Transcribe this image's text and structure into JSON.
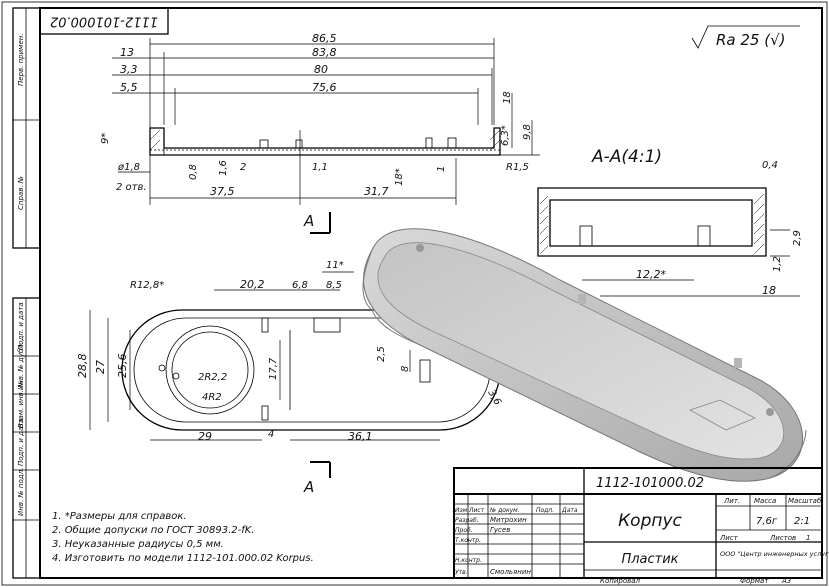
{
  "doc_number_rotated": "1112-101000.02",
  "roughness": "Ra 25 (√)",
  "section_label": "А-А(4:1)",
  "view_arrow_label": "А",
  "side_stamp_labels": [
    "Перв. примен.",
    "Справ. №",
    "Подп. и дата",
    "Инв. № дубл.",
    "Взам. инв. №",
    "Подп. и дата",
    "Инв. № подл."
  ],
  "dims_top": [
    "86,5",
    "83,8",
    "80",
    "75,6",
    "13",
    "3,3",
    "5,5",
    "18",
    "9,8",
    "6,3*",
    "9*",
    "R1,5",
    "ø1,8",
    "2 отв.",
    "0,8",
    "1,6",
    "2",
    "1,1",
    "18*",
    "37,5",
    "31,7",
    "1"
  ],
  "dims_plan": [
    "R12,8*",
    "20,2",
    "6,8",
    "8,5",
    "11*",
    "28,8",
    "27",
    "25,6",
    "17,7",
    "2R2,2",
    "4R2",
    "2,5",
    "8",
    "3,6",
    "29",
    "4",
    "36,1"
  ],
  "dims_section": [
    "0,4",
    "2,9",
    "1,2",
    "12,2*",
    "18"
  ],
  "notes": [
    "1. *Размеры для справок.",
    "2. Общие допуски по ГОСТ 30893.2-fK.",
    "3. Неуказанные радиусы 0,5 мм.",
    "4. Изготовить по модели 1112-101.000.02 Korpus."
  ],
  "title_block": {
    "designation": "1112-101000.02",
    "name": "Корпус",
    "material": "Пластик",
    "col_lit": "Лит.",
    "col_mass": "Масса",
    "col_scale": "Масштаб",
    "mass": "7,6г",
    "scale": "2:1",
    "sheet": "Лист",
    "sheets": "Листов",
    "sheets_count": "1",
    "org": "ООО \"Центр инженерных услуг \"МОДЕЛЬЕР\"",
    "copied": "Копировал",
    "format": "Формат",
    "format_value": "А3",
    "rows": [
      "Изм.",
      "Лист",
      "№ докум.",
      "Подп.",
      "Дата",
      "Разраб.",
      "Проб.",
      "Т.контр.",
      "Н.контр.",
      "Утв."
    ],
    "developer": "Митрохин",
    "checker": "Гусев",
    "approver": "Смольянин"
  },
  "colors": {
    "line": "#000000",
    "render_face": "#cfcfcf",
    "render_dark": "#9a9a9a"
  }
}
